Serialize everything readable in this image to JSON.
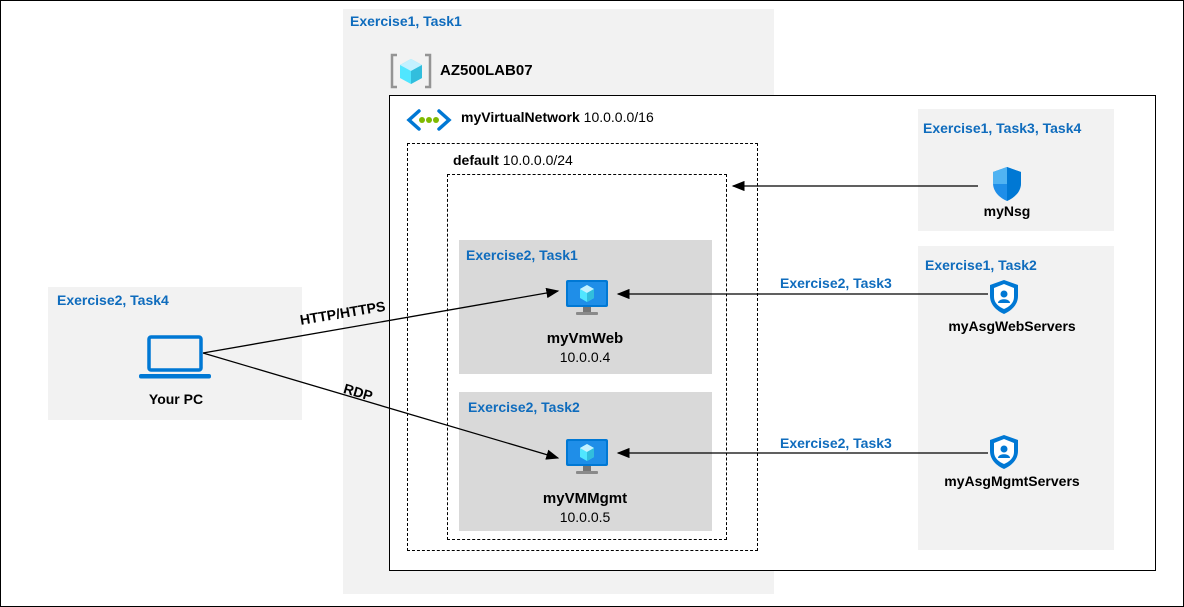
{
  "labels": {
    "ex1_task1": "Exercise1, Task1",
    "rg_name": "AZ500LAB07",
    "vnet_name": "myVirtualNetwork",
    "vnet_cidr": "10.0.0.0/16",
    "subnet_name": "default",
    "subnet_cidr": "10.0.0.0/24",
    "ex2_task1": "Exercise2, Task1",
    "vm_web_name": "myVmWeb",
    "vm_web_ip": "10.0.0.4",
    "ex2_task2": "Exercise2, Task2",
    "vm_mgmt_name": "myVMMgmt",
    "vm_mgmt_ip": "10.0.0.5",
    "ex1_task34": "Exercise1, Task3, Task4",
    "nsg_name": "myNsg",
    "ex1_task2": "Exercise1, Task2",
    "asg_web": "myAsgWebServers",
    "asg_mgmt": "myAsgMgmtServers",
    "ex2_task3_a": "Exercise2, Task3",
    "ex2_task3_b": "Exercise2, Task3",
    "ex2_task4": "Exercise2, Task4",
    "pc_name": "Your PC",
    "http_label": "HTTP/HTTPS",
    "rdp_label": "RDP"
  },
  "icons": {
    "rg": "resource-group-icon",
    "vnet": "virtual-network-icon",
    "vm": "virtual-machine-icon",
    "nsg": "shield-icon",
    "asg": "application-security-group-icon",
    "pc": "laptop-icon"
  },
  "colors": {
    "accent_blue": "#0f6cbd",
    "icon_blue": "#0078d4",
    "cube_cyan": "#50e6ff",
    "vnet_green": "#7fba00",
    "panel_light": "#f2f2f2",
    "panel_mid": "#d9d9d9"
  }
}
